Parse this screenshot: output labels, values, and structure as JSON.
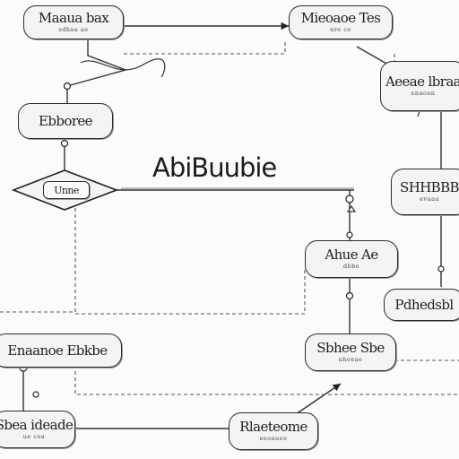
{
  "center_title": "AbiBuubie",
  "nodes": {
    "top_left": {
      "label": "Maaua bax",
      "sub": "sdhaa ae"
    },
    "top_right": {
      "label": "Mieoaoe Tes",
      "sub": "nre ce"
    },
    "left_second": {
      "label": "Ebboree"
    },
    "left_diamond": {
      "label": "Unne"
    },
    "right_first": {
      "label": "Aeeae lbraa",
      "sub": "enaoan"
    },
    "right_second": {
      "label": "SHHBBB",
      "sub": "evaaa"
    },
    "mid_right": {
      "label": "Ahue Ae",
      "sub": "dbbe"
    },
    "right_third": {
      "label": "Pdhedsbl"
    },
    "mid_bottom": {
      "label": "Sbhee Sbe",
      "sub": "nheeae"
    },
    "bottom_left_wide": {
      "label": "Enaanoe Ebkbe"
    },
    "bottom_left": {
      "label": "Sbea ideade",
      "sub": "ue coa"
    },
    "bottom_center": {
      "label": "Rlaeteome",
      "sub": "eeoauee"
    }
  }
}
